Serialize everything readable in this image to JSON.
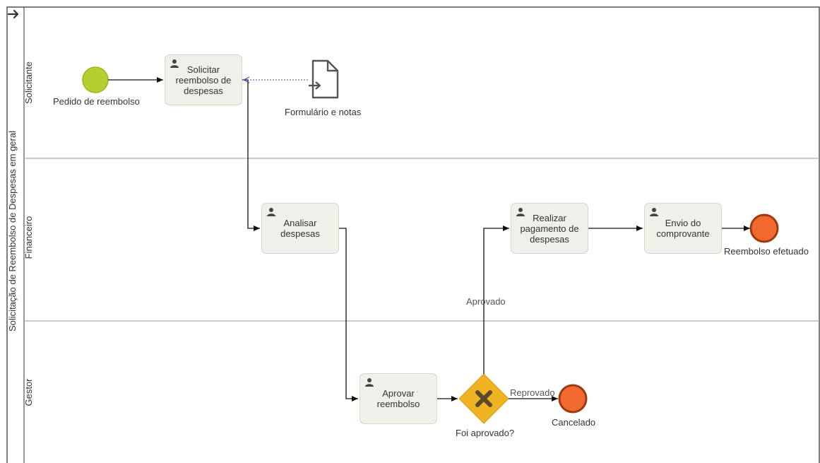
{
  "pool": {
    "title": "Solicitação de Reembolso de Despesas em geral"
  },
  "lanes": [
    {
      "label": "Solicitante"
    },
    {
      "label": "Financeiro"
    },
    {
      "label": "Gestor"
    }
  ],
  "events": {
    "start": {
      "label": "Pedido de reembolso",
      "color": "#b5cf33"
    },
    "end_success": {
      "label": "Reembolso efetuado",
      "color": "#f0692e"
    },
    "end_cancel": {
      "label": "Cancelado",
      "color": "#f0692e"
    }
  },
  "tasks": {
    "solicitar": {
      "label": "Solicitar reembolso de despesas",
      "icon": "user-icon"
    },
    "analisar": {
      "label": "Analisar despesas",
      "icon": "user-icon"
    },
    "aprovar": {
      "label": "Aprovar reembolso",
      "icon": "user-icon"
    },
    "pagamento": {
      "label": "Realizar pagamento de despesas",
      "icon": "user-icon"
    },
    "envio": {
      "label": "Envio do comprovante",
      "icon": "user-icon"
    }
  },
  "data_object": {
    "label": "Formulário e notas",
    "icon": "document-input-icon"
  },
  "gateway": {
    "label": "Foi aprovado?",
    "color": "#f0b323",
    "icon": "x-icon"
  },
  "flows": {
    "aprovado": "Aprovado",
    "reprovado": "Reprovado"
  }
}
